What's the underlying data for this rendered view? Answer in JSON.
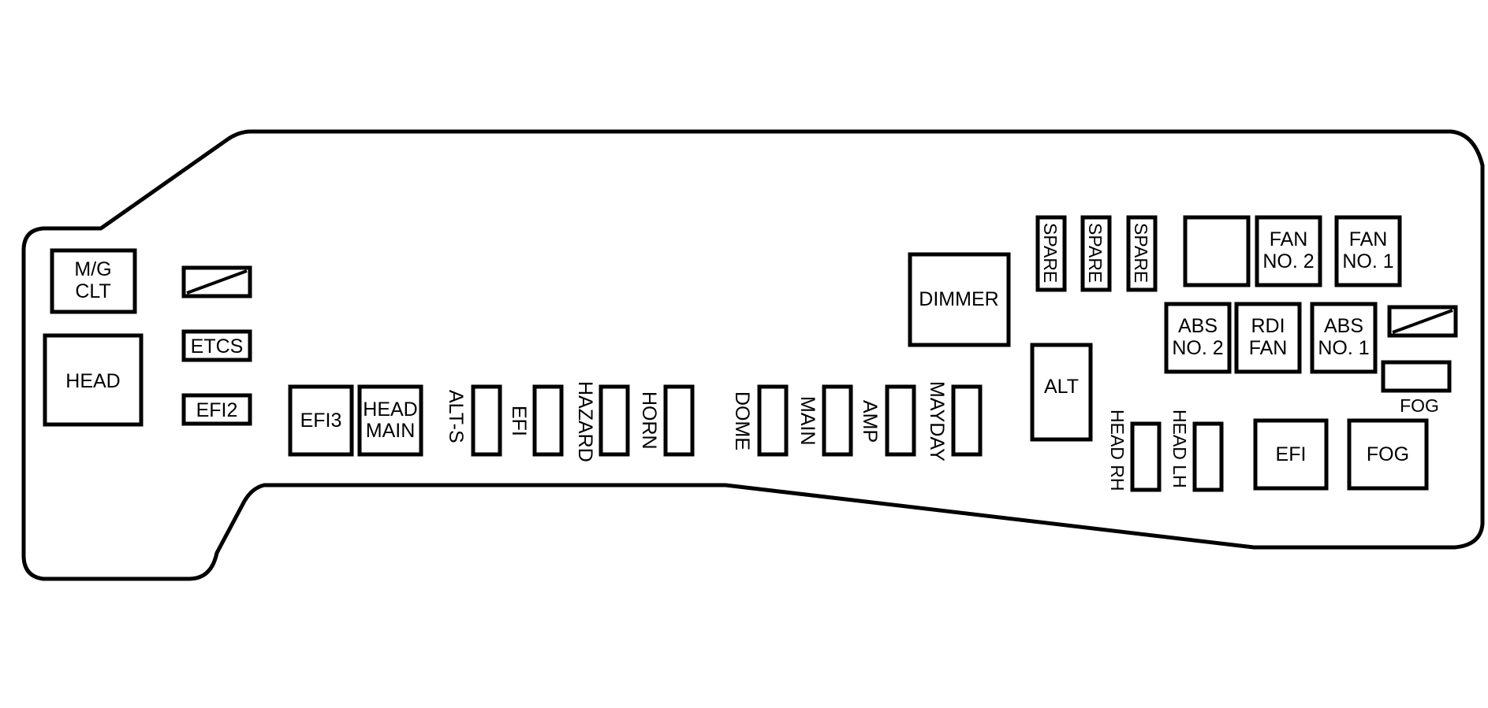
{
  "colors": {
    "line": "#000000",
    "background": "#ffffff"
  },
  "labels": {
    "mg_clt_1": "M/G",
    "mg_clt_2": "CLT",
    "head": "HEAD",
    "etcs": "ETCS",
    "efi2": "EFI2",
    "efi3": "EFI3",
    "head_main_1": "HEAD",
    "head_main_2": "MAIN",
    "alt_s": "ALT-S",
    "efi_small": "EFI",
    "hazard": "HAZARD",
    "horn": "HORN",
    "dome": "DOME",
    "main": "MAIN",
    "amp": "AMP",
    "mayday": "MAYDAY",
    "dimmer": "DIMMER",
    "alt": "ALT",
    "spare_1": "SPARE",
    "spare_2": "SPARE",
    "spare_3": "SPARE",
    "fan2_1": "FAN",
    "fan2_2": "NO. 2",
    "fan1_1": "FAN",
    "fan1_2": "NO. 1",
    "abs2_1": "ABS",
    "abs2_2": "NO. 2",
    "rdi_1": "RDI",
    "rdi_2": "FAN",
    "abs1_1": "ABS",
    "abs1_2": "NO. 1",
    "fog_small": "FOG",
    "head_rh": "HEAD RH",
    "head_lh": "HEAD LH",
    "efi_large": "EFI",
    "fog_large": "FOG"
  }
}
